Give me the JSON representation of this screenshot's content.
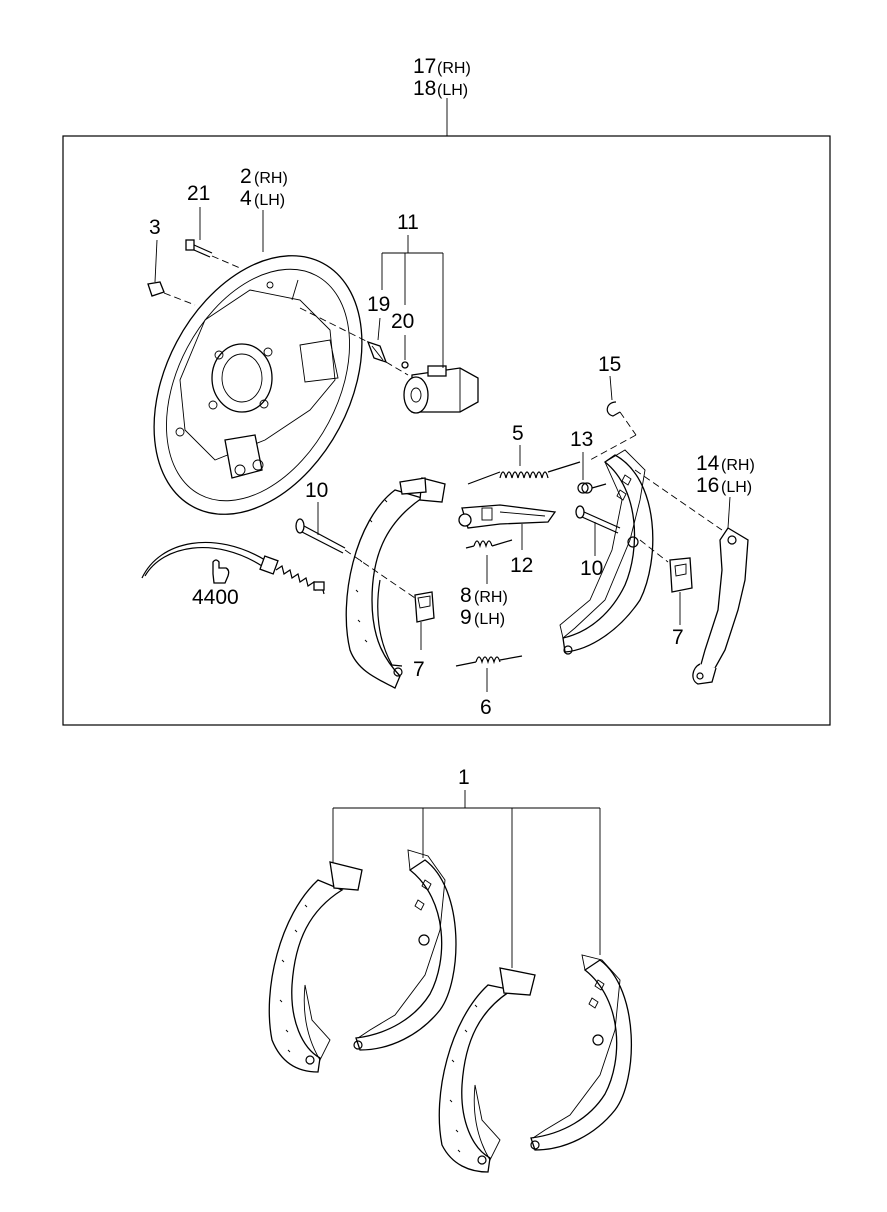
{
  "labels": {
    "assembly_rh": "17",
    "assembly_rh_side": "(RH)",
    "assembly_lh": "18",
    "assembly_lh_side": "(LH)",
    "plate_rh": "2",
    "plate_rh_side": "(RH)",
    "plate_lh": "4",
    "plate_lh_side": "(LH)",
    "bolt": "21",
    "nut": "3",
    "wheel_cylinder": "11",
    "bleeder_screw": "19",
    "bleeder_cap": "20",
    "clip": "15",
    "spring_upper": "5",
    "spring_small": "13",
    "lever_rh": "14",
    "lever_rh_side": "(RH)",
    "lever_lh": "16",
    "lever_lh_side": "(LH)",
    "pin_left": "10",
    "pin_right": "10",
    "cable": "4400",
    "adjuster": "12",
    "adjuster_spring_rh": "8",
    "adjuster_spring_rh_side": "(RH)",
    "adjuster_spring_lh": "9",
    "adjuster_spring_lh_side": "(LH)",
    "hold_down_left": "7",
    "hold_down_right": "7",
    "spring_lower": "6",
    "shoe_set": "1"
  }
}
